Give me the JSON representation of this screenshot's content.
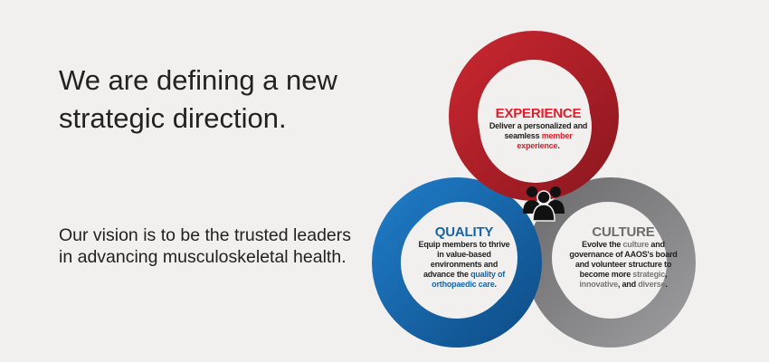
{
  "headline": "We are defining a new strategic direction.",
  "vision": "Our vision is to be the trusted leaders in advancing musculoskeletal health.",
  "colors": {
    "experience": "#b01f2a",
    "quality": "#1565a8",
    "culture": "#6c6c6c"
  },
  "experience": {
    "title": "EXPERIENCE",
    "t1": "Deliver a personalized and seamless ",
    "h1": "member experience",
    "t2": "."
  },
  "quality": {
    "title": "QUALITY",
    "t1": "Equip members to thrive in value-based environments and advance the ",
    "h1": "quality of orthopaedic care",
    "t2": "."
  },
  "culture": {
    "title": "CULTURE",
    "t1": "Evolve the ",
    "h1": "culture",
    "t2": " and governance of AAOS's board and volunteer structure to become more ",
    "h2": "strategic",
    "t3": ", ",
    "h3": "innovative",
    "t4": ", and ",
    "h4": "diverse",
    "t5": "."
  },
  "center_icon": "people-group-icon"
}
